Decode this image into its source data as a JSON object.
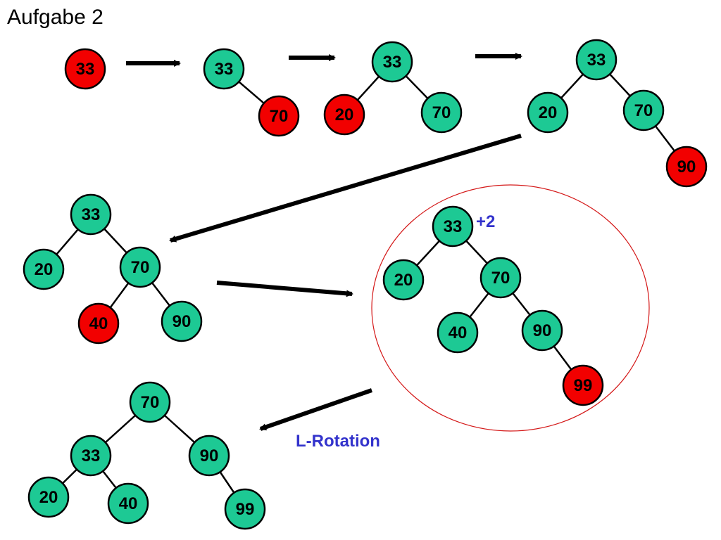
{
  "title": "Aufgabe 2",
  "colors": {
    "node_normal": "#1dc994",
    "node_new": "#f20000",
    "edge": "#000000",
    "highlight_ellipse": "#d41818",
    "annotation": "#3333cc"
  },
  "annotations": {
    "balance": "+2",
    "rotation": "L-Rotation"
  },
  "trees": [
    {
      "id": "step1",
      "nodes": [
        {
          "value": "33",
          "state": "new"
        }
      ],
      "edges": []
    },
    {
      "id": "step2",
      "nodes": [
        {
          "value": "33",
          "state": "normal"
        },
        {
          "value": "70",
          "state": "new"
        }
      ],
      "edges": [
        [
          0,
          1
        ]
      ]
    },
    {
      "id": "step3",
      "nodes": [
        {
          "value": "33",
          "state": "normal"
        },
        {
          "value": "20",
          "state": "new"
        },
        {
          "value": "70",
          "state": "normal"
        }
      ],
      "edges": [
        [
          0,
          1
        ],
        [
          0,
          2
        ]
      ]
    },
    {
      "id": "step4",
      "nodes": [
        {
          "value": "33",
          "state": "normal"
        },
        {
          "value": "20",
          "state": "normal"
        },
        {
          "value": "70",
          "state": "normal"
        },
        {
          "value": "90",
          "state": "new"
        }
      ],
      "edges": [
        [
          0,
          1
        ],
        [
          0,
          2
        ],
        [
          2,
          3
        ]
      ]
    },
    {
      "id": "step5",
      "nodes": [
        {
          "value": "33",
          "state": "normal"
        },
        {
          "value": "20",
          "state": "normal"
        },
        {
          "value": "70",
          "state": "normal"
        },
        {
          "value": "40",
          "state": "new"
        },
        {
          "value": "90",
          "state": "normal"
        }
      ],
      "edges": [
        [
          0,
          1
        ],
        [
          0,
          2
        ],
        [
          2,
          3
        ],
        [
          2,
          4
        ]
      ]
    },
    {
      "id": "step6",
      "nodes": [
        {
          "value": "33",
          "state": "normal"
        },
        {
          "value": "20",
          "state": "normal"
        },
        {
          "value": "70",
          "state": "normal"
        },
        {
          "value": "40",
          "state": "normal"
        },
        {
          "value": "90",
          "state": "normal"
        },
        {
          "value": "99",
          "state": "new"
        }
      ],
      "edges": [
        [
          0,
          1
        ],
        [
          0,
          2
        ],
        [
          2,
          3
        ],
        [
          2,
          4
        ],
        [
          4,
          5
        ]
      ]
    },
    {
      "id": "step7",
      "nodes": [
        {
          "value": "70",
          "state": "normal"
        },
        {
          "value": "33",
          "state": "normal"
        },
        {
          "value": "90",
          "state": "normal"
        },
        {
          "value": "20",
          "state": "normal"
        },
        {
          "value": "40",
          "state": "normal"
        },
        {
          "value": "99",
          "state": "normal"
        }
      ],
      "edges": [
        [
          0,
          1
        ],
        [
          0,
          2
        ],
        [
          1,
          3
        ],
        [
          1,
          4
        ],
        [
          2,
          5
        ]
      ]
    }
  ]
}
